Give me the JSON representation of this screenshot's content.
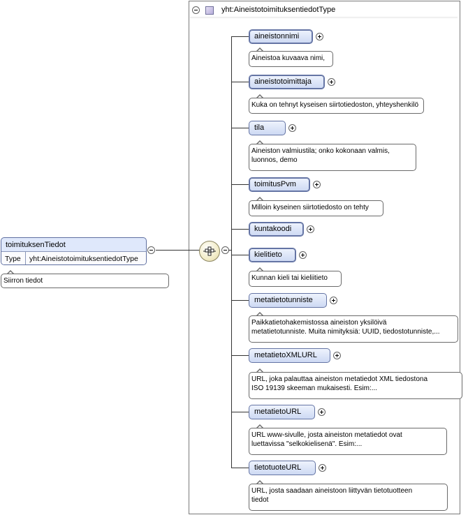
{
  "complex_type": {
    "name": "yht:AineistotoimituksentiedotType"
  },
  "root_element": {
    "name": "toimituksenTiedot",
    "type_label": "Type",
    "type_value": "yht:AineistotoimituksentiedotType",
    "annotation": "Siirron tiedot"
  },
  "compositor": {
    "kind": "sequence",
    "icon": "sequence-icon"
  },
  "elements": [
    {
      "name": "aineistonnimi",
      "annotation": [
        "Aineistoa kuvaava nimi,"
      ]
    },
    {
      "name": "aineistotoimittaja",
      "annotation": [
        "Kuka on tehnyt kyseisen siirtotiedoston, yhteyshenkilö"
      ]
    },
    {
      "name": "tila",
      "annotation": [
        "Aineiston valmiustila; onko kokonaan valmis,",
        "luonnos, demo"
      ]
    },
    {
      "name": "toimitusPvm",
      "annotation": [
        "Milloin kyseinen siirtotiedosto on tehty"
      ]
    },
    {
      "name": "kuntakoodi",
      "annotation": []
    },
    {
      "name": "kielitieto",
      "annotation": [
        "Kunnan kieli tai kieliitieto"
      ]
    },
    {
      "name": "metatietotunniste",
      "annotation": [
        "Paikkatietohakemistossa aineiston yksilöivä",
        "metatietotunniste. Muita nimityksiä: UUID, tiedostotunniste,..."
      ]
    },
    {
      "name": "metatietoXMLURL",
      "annotation": [
        "URL, joka palauttaa aineiston metatiedot XML tiedostona",
        "ISO 19139 skeeman mukaisesti. Esim:..."
      ]
    },
    {
      "name": "metatietoURL",
      "annotation": [
        "URL www-sivulle, josta aineiston metatiedot ovat",
        "luettavissa \"selkokielisenä\". Esim:..."
      ]
    },
    {
      "name": "tietotuoteURL",
      "annotation": [
        "URL, josta saadaan aineistoon liittyvän tietotuotteen",
        "tiedot"
      ]
    }
  ],
  "colors": {
    "element_fill": "#cdd9f3",
    "element_border": "#6474a4",
    "root_fill": "#dfe8fb",
    "frame_border": "#7a7a7a"
  }
}
